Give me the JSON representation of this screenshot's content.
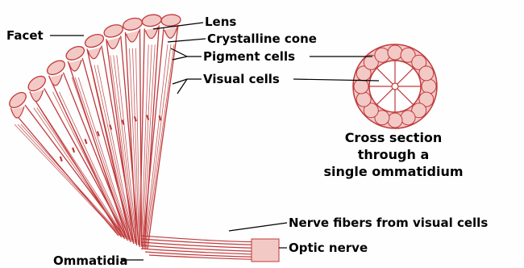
{
  "labels": {
    "facet": "Facet",
    "lens": "Lens",
    "crystalline_cone": "Crystalline cone",
    "pigment_cells": "Pigment cells",
    "visual_cells": "Visual cells",
    "nerve_fibers": "Nerve fibers from visual cells",
    "optic_nerve": "Optic nerve",
    "ommatidia": "Ommatidia"
  },
  "cross_section": {
    "line1": "Cross section",
    "line2": "through a",
    "line3": "single ommatidium"
  },
  "colors": {
    "tissue_stroke": "#c0393b",
    "tissue_fill": "#f3c9c6",
    "leader_line": "#000000",
    "background": "#ffffff"
  }
}
